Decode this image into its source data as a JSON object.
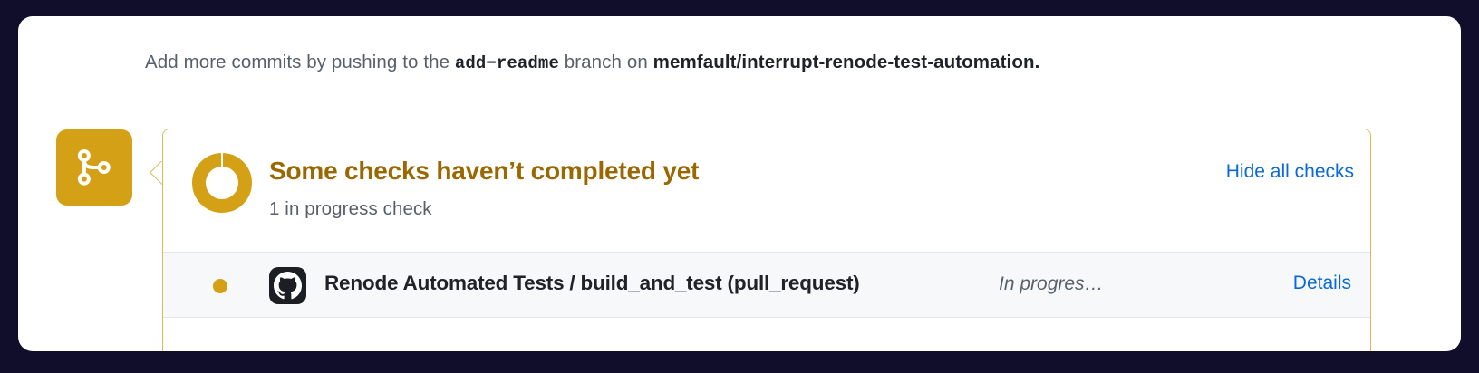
{
  "theme": {
    "page_background": "#110e2b",
    "card_background": "#ffffff",
    "accent_yellow": "#d4a015",
    "accent_yellow_text": "#9a6700",
    "panel_border": "#d8bb58",
    "link_blue": "#0969da",
    "muted_text": "#57606a",
    "strong_text": "#1f2328",
    "row_background": "#f6f8fa"
  },
  "commit_notice": {
    "prefix": "Add more commits by pushing to the",
    "branch": "add−readme",
    "middle": "branch on",
    "repository": "memfault/interrupt-renode-test-automation",
    "suffix": "."
  },
  "timeline_badge": {
    "icon": "git-pull-request-icon",
    "color": "#d4a015"
  },
  "checks_panel": {
    "status_icon": "in-progress-spinner-icon",
    "title": "Some checks haven’t completed yet",
    "subtitle": "1 in progress check",
    "toggle_label": "Hide all checks",
    "rows": [
      {
        "status_icon": "yellow-dot-icon",
        "app_icon": "github-octocat-icon",
        "name": "Renode Automated Tests / build_and_test (pull_request)",
        "state": "In progres…",
        "details_label": "Details"
      }
    ]
  }
}
